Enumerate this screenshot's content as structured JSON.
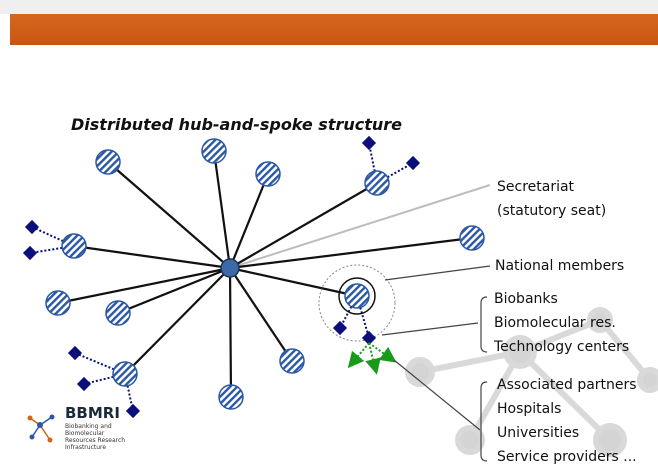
{
  "title": "Distributed hub-and-spoke structure",
  "labels": {
    "secretariat_line1": "Secretariat",
    "secretariat_line2": "(statutory seat)",
    "national_members": "National members",
    "biobanks": "Biobanks",
    "biomolecular": "Biomolecular res.",
    "technology": "Technology centers",
    "associated": "Associated partners",
    "hospitals": "Hospitals",
    "universities": "Universities",
    "service": "Service providers ..."
  },
  "logo": {
    "name": "BBMRI",
    "subtitle": "Biobanking and\nBiomolecular\nResources Research\nInfrastructure"
  },
  "colors": {
    "header": "#d2641a",
    "node_fill": "#2b58a6",
    "hub": "#3a6aa8",
    "diamond": "#0a0f7a",
    "green_arrow": "#1a9a1a"
  }
}
